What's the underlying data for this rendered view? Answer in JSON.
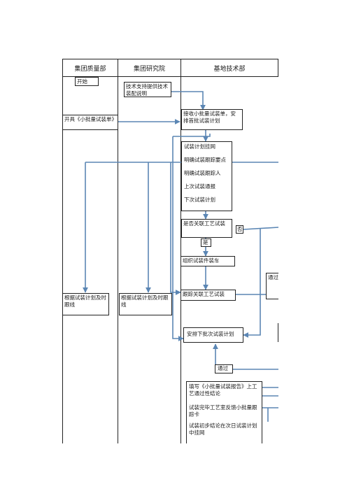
{
  "lanes": {
    "quality": "集团质量部",
    "research": "集团研究院",
    "base_tech": "基地技术部"
  },
  "nodes": {
    "start": "开始",
    "tech_support": "技术支持提供技术装配说明",
    "issue_order": "开具《小批量试装单》",
    "receive_order": "接收小批量试装单，安排首批试装计划",
    "plan_list": [
      "试装计划挂网",
      "明确试装跟踪要点",
      "明确试装跟踪人",
      "上次试装通报",
      "下次试装计划"
    ],
    "decision": "是否关联工艺试装",
    "no_label": "否",
    "yes_label": "是",
    "organize": "组织试装件装车",
    "track_process": "跟踪关联工艺试装",
    "pass_right": "通过",
    "quality_track": "根据试装计划及时跟线",
    "research_track": "根据试装计划及时跟线",
    "next_batch": "安排下批次试装计划",
    "pass_bottom": "通过",
    "report_list": [
      "填写《小批量试装报告》上工艺通过性结论",
      "试装完毕工艺室反馈小批量跟踪卡",
      "试装初步结论在次日试装计划中挂网"
    ]
  },
  "colors": {
    "arrow": "#5b86b4",
    "border": "#222222"
  }
}
